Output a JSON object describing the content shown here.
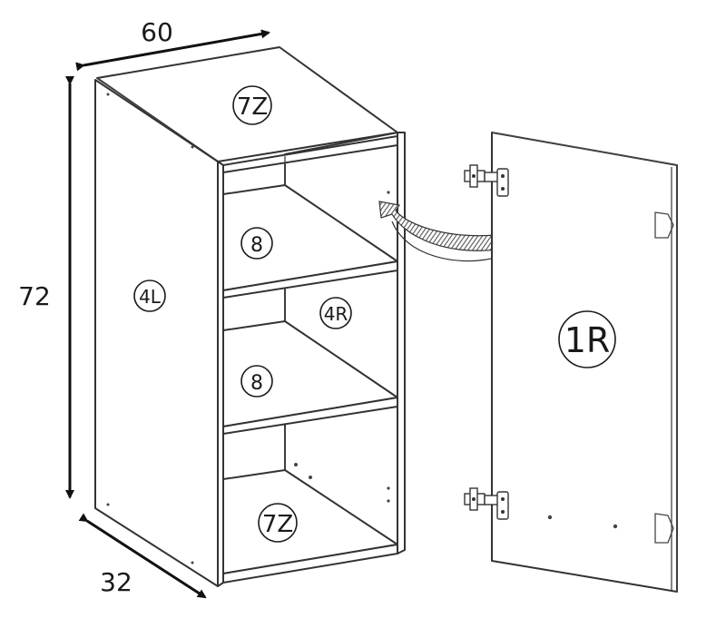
{
  "dimensions": {
    "width": "60",
    "height": "72",
    "depth": "32"
  },
  "part_labels": {
    "top": "7Z",
    "bottom": "7Z",
    "left_side": "4L",
    "right_side": "4R",
    "shelf_upper": "8",
    "shelf_lower": "8",
    "door": "1R"
  },
  "colors": {
    "line": "#333333",
    "arrow_fill": "#555555"
  },
  "icons": {
    "hinge": "hinge-icon",
    "arrow": "curved-arrow-icon"
  }
}
